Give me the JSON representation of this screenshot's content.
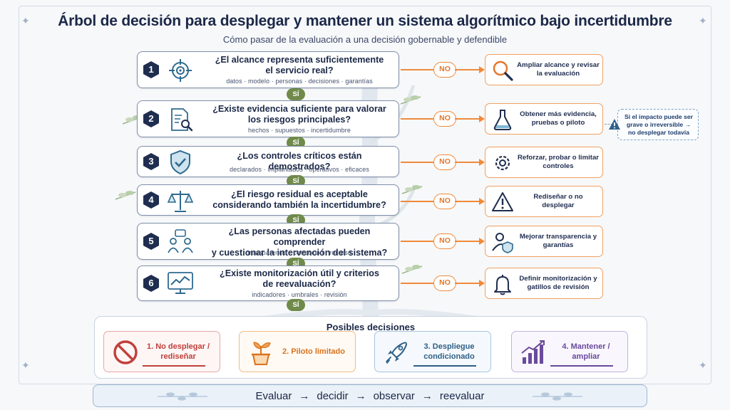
{
  "title": "Árbol de decisión para desplegar y mantener un sistema algorítmico bajo incertidumbre",
  "subtitle": "Cómo pasar de la evaluación a una decisión gobernable y defendible",
  "questions": [
    {
      "num": "1",
      "icon": "target-icon",
      "line1": "¿El alcance representa suficientemente",
      "line2": "el servicio real?",
      "tags": "datos · modelo · personas · decisiones · garantías"
    },
    {
      "num": "2",
      "icon": "document-search-icon",
      "line1": "¿Existe evidencia suficiente para valorar",
      "line2": "los riesgos principales?",
      "tags": "hechos · supuestos · incertidumbre"
    },
    {
      "num": "3",
      "icon": "shield-check-icon",
      "line1": "¿Los controles críticos están demostrados?",
      "line2": "",
      "tags": "declarados · implantados · operativos · eficaces"
    },
    {
      "num": "4",
      "icon": "balance-scale-icon",
      "line1": "¿El riesgo residual es aceptable",
      "line2": "considerando también la incertidumbre?",
      "tags": ""
    },
    {
      "num": "5",
      "icon": "people-dialogue-icon",
      "line1": "¿Las personas afectadas pueden comprender",
      "line2": "y cuestionar la intervención del sistema?",
      "tags": "transparencia · corrección · recurso"
    },
    {
      "num": "6",
      "icon": "monitor-chart-icon",
      "line1": "¿Existe monitorización útil y criterios",
      "line2": "de reevaluación?",
      "tags": "indicadores · umbrales · revisión"
    }
  ],
  "yes_label": "SÍ",
  "no_label": "NO",
  "actions": [
    {
      "icon": "magnifier-icon",
      "text": "Ampliar alcance y revisar la evaluación"
    },
    {
      "icon": "flask-icon",
      "text": "Obtener más evidencia, pruebas o piloto"
    },
    {
      "icon": "gear-icon",
      "text": "Reforzar, probar o limitar controles"
    },
    {
      "icon": "warning-icon",
      "text": "Rediseñar o no desplegar"
    },
    {
      "icon": "person-shield-icon",
      "text": "Mejorar transparencia y garantías"
    },
    {
      "icon": "bell-icon",
      "text": "Definir monitorización y gatillos de revisión"
    }
  ],
  "note": {
    "icon": "warning-icon",
    "line1": "Si el impacto puede ser",
    "line2": "grave o irreversible →",
    "line3": "no desplegar todavía"
  },
  "decisions": {
    "title": "Posibles decisiones",
    "items": [
      {
        "icon": "prohibited-icon",
        "line1": "1. No desplegar /",
        "line2": "rediseñar",
        "color": "#c0403a",
        "border": "#e9a7a3",
        "bg": "#fdf6f5"
      },
      {
        "icon": "seedling-pot-icon",
        "line1": "2. Piloto limitado",
        "line2": "",
        "color": "#d8731f",
        "border": "#f0bb86",
        "bg": "#fffaf3"
      },
      {
        "icon": "rocket-icon",
        "line1": "3. Despliegue",
        "line2": "condicionado",
        "color": "#2e5f86",
        "border": "#a6c4de",
        "bg": "#f5f9fd"
      },
      {
        "icon": "growth-chart-icon",
        "line1": "4. Mantener /",
        "line2": "ampliar",
        "color": "#6a4a9c",
        "border": "#c2b2de",
        "bg": "#f9f7fd"
      }
    ]
  },
  "flow": {
    "step1": "Evaluar",
    "step2": "decidir",
    "step3": "observar",
    "step4": "reevaluar",
    "arrow": "→"
  },
  "colors": {
    "navy": "#1f2d4f",
    "orange": "#ef8a3b",
    "green": "#6f8a4a",
    "blue_border": "#9fb7d2"
  }
}
